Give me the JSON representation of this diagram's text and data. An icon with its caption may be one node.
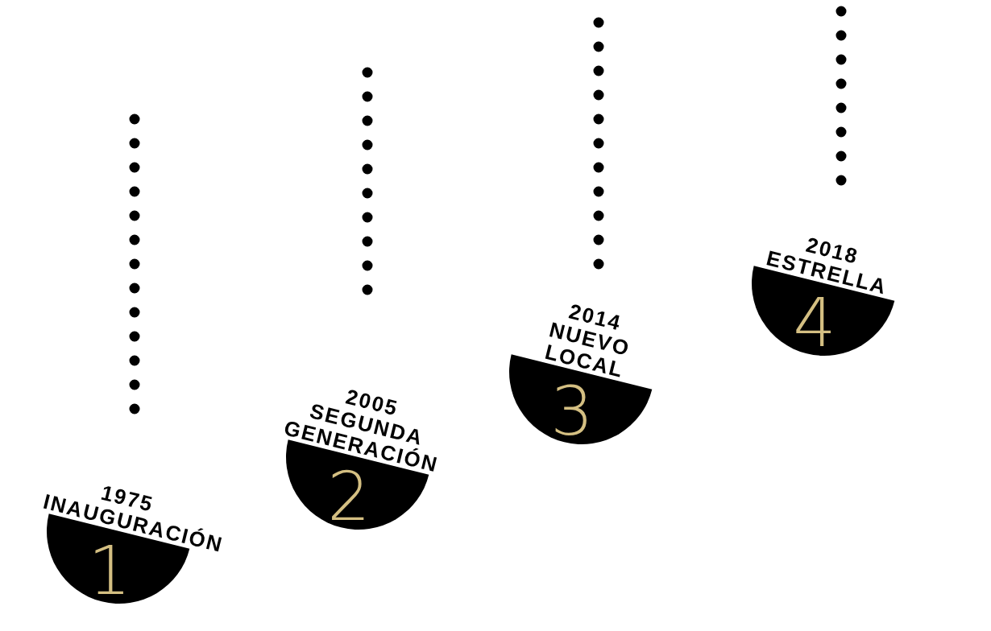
{
  "diagram": {
    "nodes": [
      {
        "text": [
          "1975",
          "INAUGURACIÓN",
          "1"
        ]
      },
      {
        "text": [
          "2005",
          "SEGUNDA GENERACIÓN",
          "2"
        ]
      },
      {
        "text": [
          "2014",
          "NUEVO LOCAL",
          "3"
        ]
      },
      {
        "text": [
          "2018",
          "ESTRELLA",
          "4"
        ]
      }
    ]
  }
}
